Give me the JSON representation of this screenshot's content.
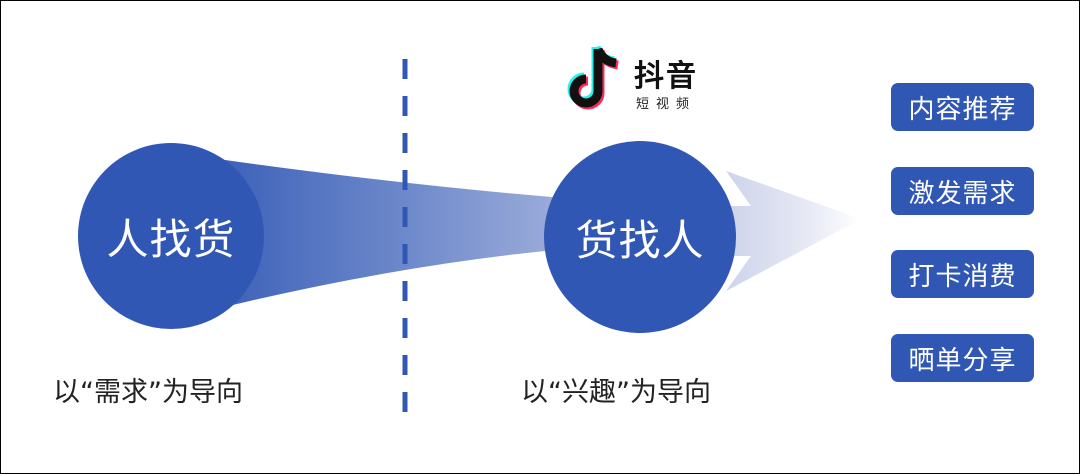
{
  "colors": {
    "primary": "#3157b5",
    "text": "#222222",
    "funnel_light": "#a9b6de",
    "arrow_light": "#d6dbee",
    "border": "#000000"
  },
  "left": {
    "circle_label": "人找货",
    "caption": "以“需求”为导向"
  },
  "right": {
    "circle_label": "货找人",
    "caption": "以“兴趣”为导向",
    "logo": {
      "icon": "douyin-note-icon",
      "title": "抖音",
      "subtitle": "短视频"
    }
  },
  "outcomes": [
    {
      "label": "内容推荐"
    },
    {
      "label": "激发需求"
    },
    {
      "label": "打卡消费"
    },
    {
      "label": "晒单分享"
    }
  ]
}
